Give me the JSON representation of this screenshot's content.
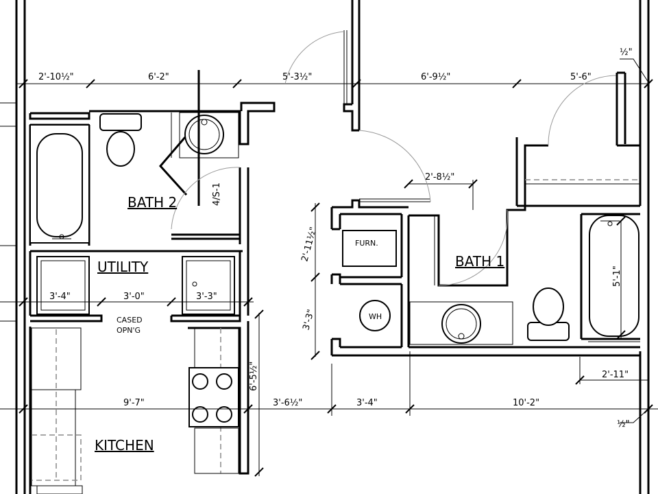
{
  "rooms": {
    "bath2": "BATH 2",
    "utility": "UTILITY",
    "kitchen": "KITCHEN",
    "bath1": "BATH 1"
  },
  "labels": {
    "furnace": "FURN.",
    "water_heater": "WH",
    "cased_opening_1": "CASED",
    "cased_opening_2": "OPN'G",
    "wall_tag": "4/S-1"
  },
  "dimensions": {
    "top_1": "2'-10½\"",
    "top_2": "6'-2\"",
    "top_3": "5'-3½\"",
    "top_4": "6'-9½\"",
    "top_5": "5'-6\"",
    "top_right_half": "½\"",
    "hall_width": "2'-8½\"",
    "furn_closet": "2'-11½\"",
    "wh_closet": "3'-3\"",
    "utility_1": "3'-4\"",
    "utility_2": "3'-0\"",
    "utility_3": "3'-3\"",
    "kitchen_depth": "6'-5½\"",
    "bath1_tub": "5'-1\"",
    "bath1_right": "2'-11\"",
    "bottom_1": "9'-7\"",
    "bottom_2": "3'-6½\"",
    "bottom_3": "3'-4\"",
    "bottom_4": "10'-2\"",
    "bottom_right_half": "½\""
  }
}
